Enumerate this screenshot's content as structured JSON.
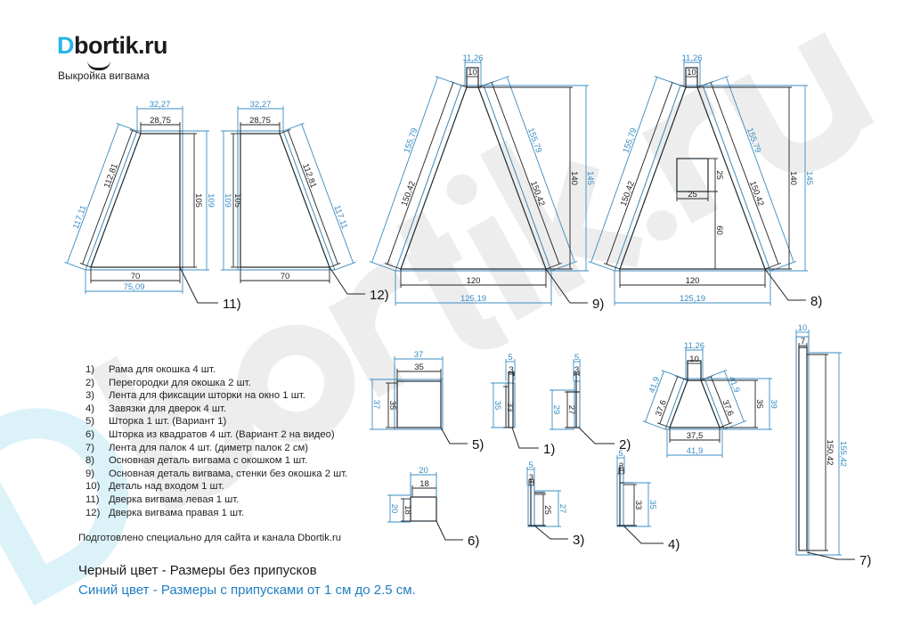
{
  "logo": {
    "brand_prefix": "D",
    "brand_rest": "bortik.ru"
  },
  "subtitle": "Выкройка вигвама",
  "watermark": {
    "prefix": "D",
    "rest": "bortik.ru"
  },
  "colors": {
    "black_lines": "#1e2a33",
    "blue_dims": "#3a8cc4",
    "logo_accent": "#27b4e6",
    "note_blue": "#1f7fc0"
  },
  "legend": [
    {
      "num": "1)",
      "text": "Рама для окошка 4 шт."
    },
    {
      "num": "2)",
      "text": "Перегородки для окошка 2 шт."
    },
    {
      "num": "3)",
      "text": "Лента для фиксации шторки на окно 1 шт."
    },
    {
      "num": "4)",
      "text": "Завязки для дверок 4 шт."
    },
    {
      "num": "5)",
      "text": "Шторка 1 шт. (Вариант 1)"
    },
    {
      "num": "6)",
      "text": "Шторка из квадратов 4 шт. (Вариант 2 на видео)"
    },
    {
      "num": "7)",
      "text": "Лента для палок 4 шт. (диметр палок 2 см)"
    },
    {
      "num": "8)",
      "text": "Основная деталь вигвама с окошком 1 шт."
    },
    {
      "num": "9)",
      "text": "Основная деталь вигвама, стенки без окошка 2 шт."
    },
    {
      "num": "10)",
      "text": "Деталь над входом 1 шт."
    },
    {
      "num": "11)",
      "text": "Дверка вигвама левая 1 шт."
    },
    {
      "num": "12)",
      "text": "Дверка вигвама правая 1 шт."
    }
  ],
  "credit": "Подготовлено специально для сайта и канала Dbortik.ru",
  "notes": {
    "black": "Черный цвет - Размеры без припусков",
    "blue": "Синий цвет - Размеры с припусками от 1 см до 2.5 см."
  },
  "pieces": {
    "p11": {
      "label": "11)",
      "dims": {
        "top": "28,75",
        "top_a": "32,27",
        "h": "105",
        "h_a": "109",
        "bottom": "70",
        "bottom_a": "75,09",
        "slant": "112,81",
        "slant_a": "117,11"
      }
    },
    "p12": {
      "label": "12)",
      "dims": {
        "top": "28,75",
        "top_a": "32,27",
        "h": "105",
        "h_a": "109",
        "bottom": "70",
        "slant": "112,81",
        "slant_a": "117,11"
      }
    },
    "p9": {
      "label": "9)",
      "dims": {
        "top": "10",
        "top_a": "11,26",
        "left": "150,42",
        "left_a": "155,79",
        "right": "150,42",
        "right_a": "155,79",
        "h": "140",
        "h_a": "145",
        "bottom": "120",
        "bottom_a": "125,19"
      }
    },
    "p8": {
      "label": "8)",
      "dims": {
        "top": "10",
        "top_a": "11,26",
        "left": "150,42",
        "left_a": "155,79",
        "right": "150,42",
        "right_a": "155,79",
        "h": "140",
        "h_a": "145",
        "bottom": "120",
        "bottom_a": "125,19",
        "win_w": "25",
        "win_h": "25",
        "win_y": "60"
      }
    },
    "p5": {
      "label": "5)",
      "dims": {
        "top": "35",
        "top_a": "37",
        "h": "35",
        "h_a": "37"
      }
    },
    "p1": {
      "label": "1)",
      "dims": {
        "w_a": "5",
        "w": "3",
        "h_a": "35",
        "h": "33"
      }
    },
    "p2": {
      "label": "2)",
      "dims": {
        "w_a": "5",
        "w": "3",
        "h_a": "29",
        "h": "27"
      }
    },
    "p6": {
      "label": "6)",
      "dims": {
        "top": "18",
        "top_a": "20",
        "h": "18",
        "h_a": "20"
      }
    },
    "p3": {
      "label": "3)",
      "dims": {
        "w_a": "5",
        "w": "3",
        "h": "25",
        "h_a": "27"
      }
    },
    "p4": {
      "label": "4)",
      "dims": {
        "w_a": "5",
        "w": "3",
        "h": "33",
        "h_a": "35"
      }
    },
    "p10": {
      "label": "",
      "dims": {
        "top": "10",
        "top_a": "11,26",
        "left": "37,6",
        "left_a": "41,9",
        "right": "37,6",
        "right_a": "41,9",
        "h": "35",
        "h_a": "39",
        "bottom": "37,5",
        "bottom_a": "41,9"
      }
    },
    "p7": {
      "label": "7)",
      "dims": {
        "w_a": "10",
        "w": "7",
        "h": "150,42",
        "h_a": "155,42"
      }
    }
  }
}
